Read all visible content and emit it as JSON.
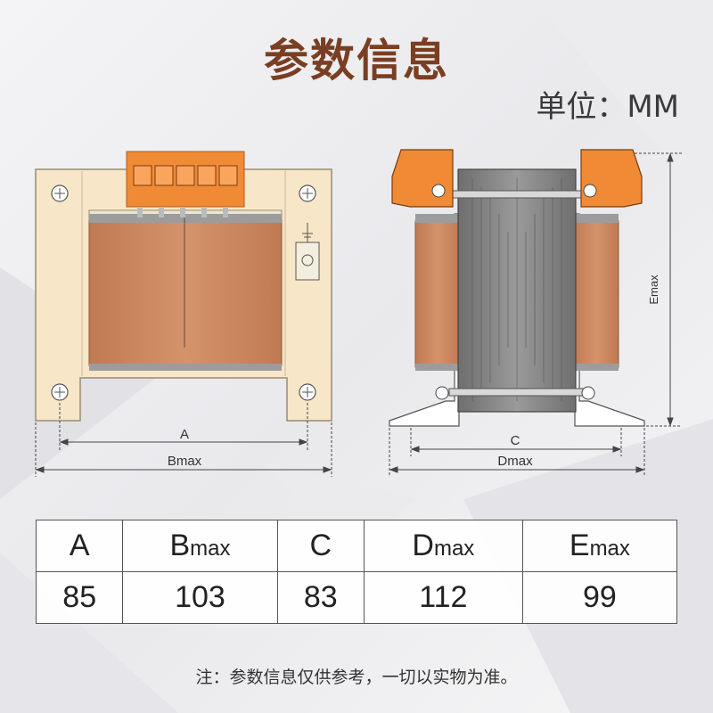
{
  "title": "参数信息",
  "unit": "单位：MM",
  "colors": {
    "title": "#7a3e22",
    "frame": "#f7e6c8",
    "frame_edge": "#9a8b72",
    "coil": "#c9855c",
    "terminal": "#f08a35",
    "core": "#8a8a8a"
  },
  "labels": {
    "A": "A",
    "Bmax": "Bmax",
    "C": "C",
    "Dmax": "Dmax",
    "Emax": "Emax"
  },
  "table": {
    "headers": [
      {
        "main": "A",
        "sub": ""
      },
      {
        "main": "B",
        "sub": "max"
      },
      {
        "main": "C",
        "sub": ""
      },
      {
        "main": "D",
        "sub": "max"
      },
      {
        "main": "E",
        "sub": "max"
      }
    ],
    "values": [
      "85",
      "103",
      "83",
      "112",
      "99"
    ]
  },
  "note": "注：参数信息仅供参考，一切以实物为准。"
}
